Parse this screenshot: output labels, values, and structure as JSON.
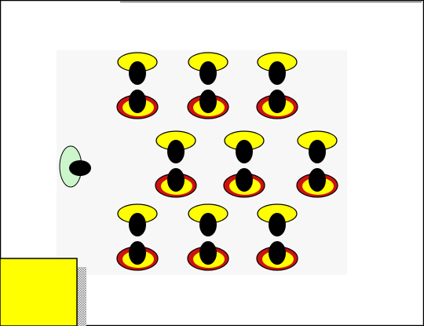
{
  "diagram": {
    "colors": {
      "background": "#ffffff",
      "border": "#000000",
      "top_rule": "#808080",
      "figure_panel": "#f7f7f7",
      "pupil": "#000000",
      "top_ring": "#ffff00",
      "bottom_ring_outer": "#cc1111",
      "bottom_ring_inner": "#ffff00",
      "side_ring": "#ccf5cc",
      "corner_box": "#ffff00",
      "corner_shadow": "#8a8a8a"
    },
    "grid": {
      "rows": 3,
      "row_sizes": [
        3,
        3,
        3
      ]
    },
    "side_figure": {
      "icon": "side-eye-icon"
    },
    "corner_box": {
      "icon": "yellow-box"
    }
  }
}
